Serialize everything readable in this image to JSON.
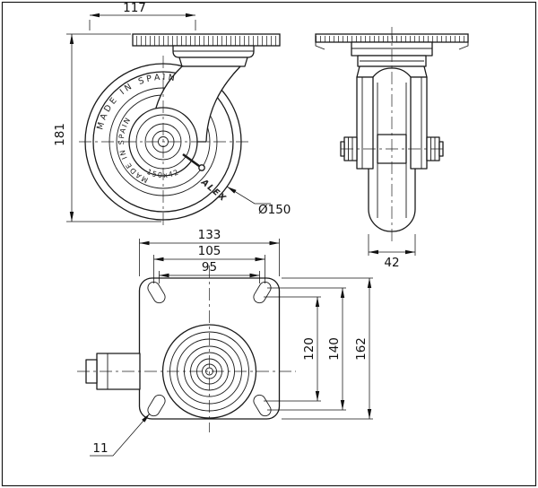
{
  "drawing": {
    "subject": "Swivel caster wheel technical drawing, three orthographic views",
    "ink_color": "#1a1a1a",
    "background": "#ffffff"
  },
  "side_view": {
    "dim_width": "117",
    "dim_height": "181",
    "dim_diameter": "Ø150",
    "text_rim_outer": "MADE IN SPAIN",
    "text_rim_inner": "MADE IN SPAIN",
    "text_size": "150x42",
    "text_brand": "ALEX"
  },
  "front_view": {
    "dim_wheel_width": "42"
  },
  "plan_view": {
    "dim_plate_width": "133",
    "dim_holes_outer_x": "105",
    "dim_holes_inner_x": "95",
    "dim_holes_inner_y": "120",
    "dim_holes_outer_y": "140",
    "dim_plate_height": "162",
    "dim_slot_width": "11"
  }
}
